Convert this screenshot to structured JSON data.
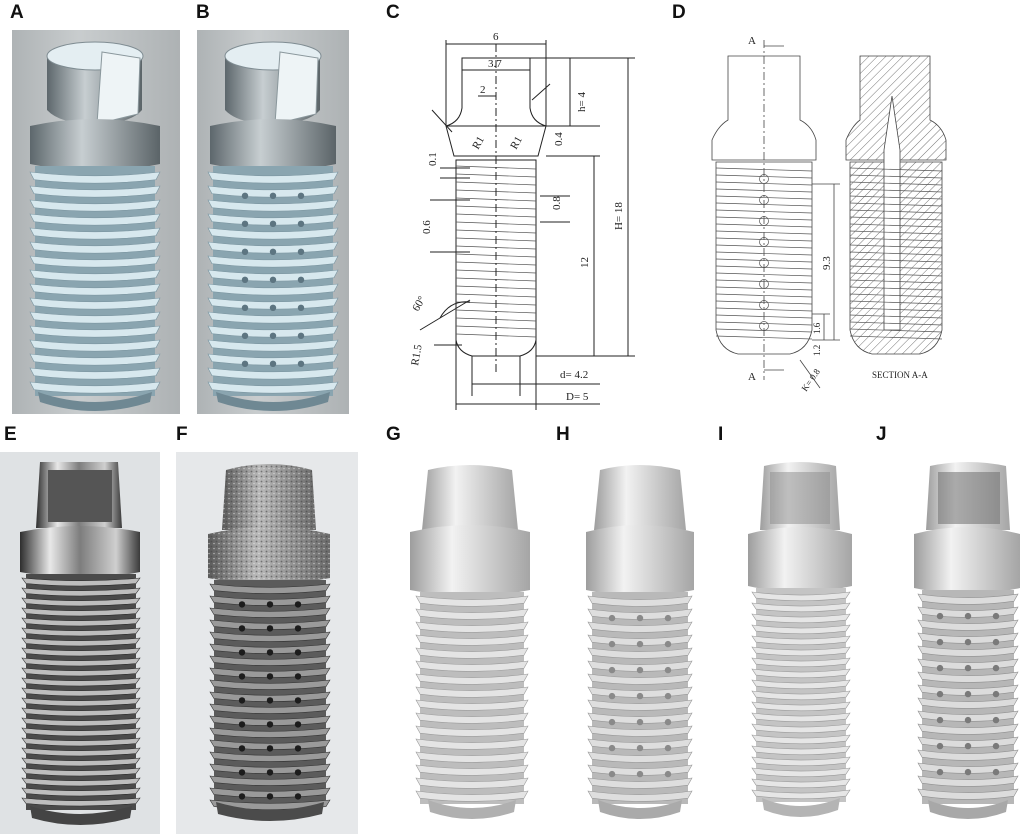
{
  "panels": [
    {
      "label": "A"
    },
    {
      "label": "B"
    },
    {
      "label": "C"
    },
    {
      "label": "D"
    },
    {
      "label": "E"
    },
    {
      "label": "F"
    },
    {
      "label": "G"
    },
    {
      "label": "H"
    },
    {
      "label": "I"
    },
    {
      "label": "J"
    }
  ],
  "drawing_c": {
    "top_width": "6",
    "abutment_top": "3.7",
    "half_width": "2",
    "abutment_height": "h= 4",
    "fillet_left": "R1",
    "fillet_right": "R1",
    "collar": "0.4",
    "thread_gap": "0.1",
    "thread_pitch": "0.6",
    "thread_depth": "0.8",
    "thread_length": "12",
    "total_height": "H= 18",
    "thread_angle": "60°",
    "tip_radius": "R1.5",
    "inner_diameter": "d= 4.2",
    "outer_diameter": "D= 5"
  },
  "drawing_d": {
    "section_mark_top": "A",
    "section_mark_bottom": "A",
    "hole_span": "9.3",
    "hole_pitch": "1.6",
    "hole_offset": "1.2",
    "hole_diameter": "K= 0.8",
    "section_caption": "SECTION A-A"
  },
  "colors": {
    "cad_blue": "#b9d3dc",
    "cad_gray": "#8a9195",
    "metal": "#9a9a9a",
    "scan_gray": "#d8d8d8",
    "line": "#222222"
  }
}
